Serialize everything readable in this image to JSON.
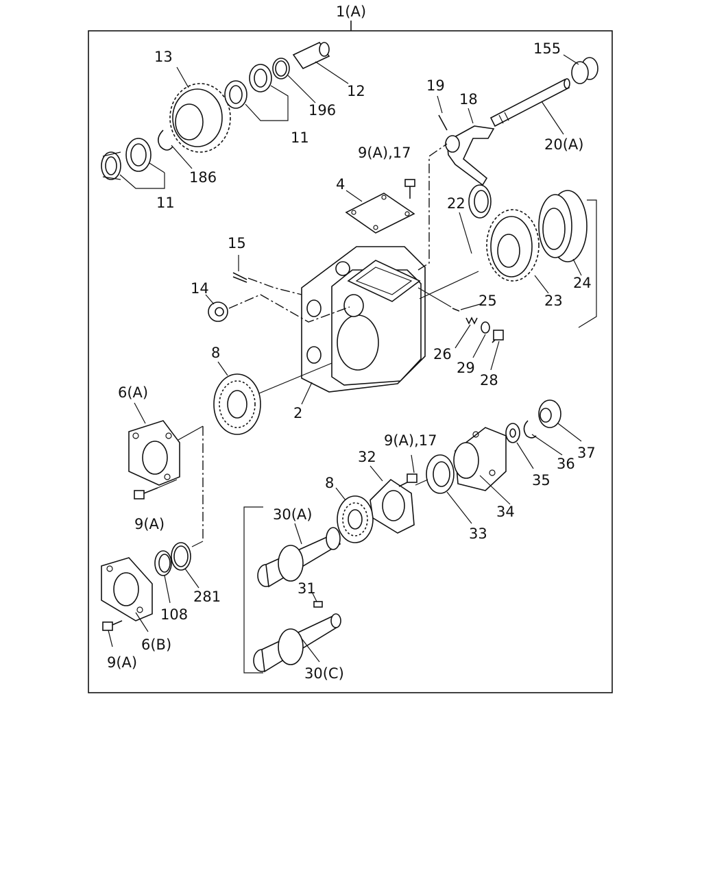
{
  "diagram": {
    "assembly_label": "1(A)",
    "labels": {
      "l2": "2",
      "l4": "4",
      "l6a": "6(A)",
      "l6b": "6(B)",
      "l8a": "8",
      "l8b": "8",
      "l9a_a": "9(A)",
      "l9a_b": "9(A)",
      "l9a17_a": "9(A),17",
      "l9a17_b": "9(A),17",
      "l11a": "11",
      "l11b": "11",
      "l12": "12",
      "l13": "13",
      "l14": "14",
      "l15": "15",
      "l18": "18",
      "l19": "19",
      "l20a": "20(A)",
      "l22": "22",
      "l23": "23",
      "l24": "24",
      "l25": "25",
      "l26": "26",
      "l28": "28",
      "l29": "29",
      "l30a": "30(A)",
      "l30c": "30(C)",
      "l31": "31",
      "l32": "32",
      "l33": "33",
      "l34": "34",
      "l35": "35",
      "l36": "36",
      "l37": "37",
      "l108": "108",
      "l155": "155",
      "l186": "186",
      "l196": "196",
      "l281": "281"
    }
  }
}
